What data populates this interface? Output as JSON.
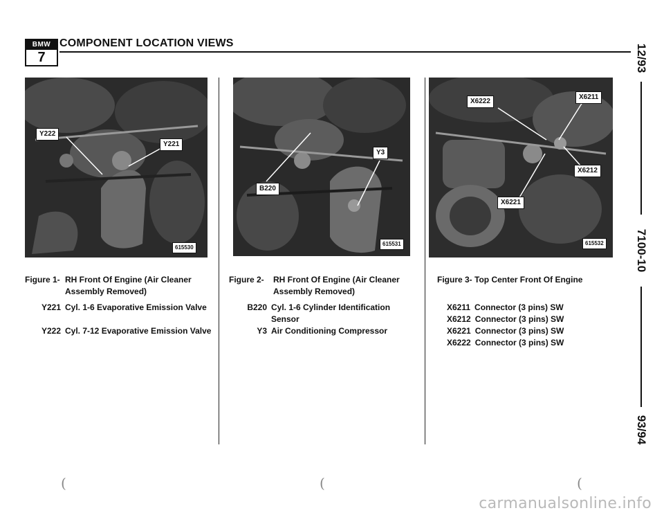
{
  "header": {
    "logo_top": "BMW",
    "logo_bottom": "7",
    "title": "COMPONENT LOCATION VIEWS"
  },
  "side": {
    "date": "12/93",
    "page": "7100-10",
    "model_year": "93/94"
  },
  "figures": [
    {
      "number": "Figure 1-",
      "title": "RH Front Of Engine (Air Cleaner Assembly Removed)",
      "photo_id": "615530",
      "callouts": [
        "Y222",
        "Y221"
      ],
      "items": [
        {
          "code": "Y221",
          "desc": "Cyl. 1-6 Evaporative Emission Valve"
        },
        {
          "code": "Y222",
          "desc": "Cyl. 7-12 Evaporative Emission Valve"
        }
      ]
    },
    {
      "number": "Figure 2-",
      "title": "RH Front Of Engine (Air Cleaner Assembly Removed)",
      "photo_id": "615531",
      "callouts": [
        "Y3",
        "B220"
      ],
      "items": [
        {
          "code": "B220",
          "desc": "Cyl. 1-6 Cylinder Identification Sensor"
        },
        {
          "code": "Y3",
          "desc": "Air Conditioning Compressor"
        }
      ]
    },
    {
      "number": "Figure 3-",
      "title": "Top Center Front Of Engine",
      "photo_id": "615532",
      "callouts": [
        "X6222",
        "X6211",
        "X6212",
        "X6221"
      ],
      "items": [
        {
          "code": "X6211",
          "desc": "Connector (3 pins) SW"
        },
        {
          "code": "X6212",
          "desc": "Connector (3 pins) SW"
        },
        {
          "code": "X6221",
          "desc": "Connector (3 pins) SW"
        },
        {
          "code": "X6222",
          "desc": "Connector (3 pins) SW"
        }
      ]
    }
  ],
  "watermark": "carmanualsonline.info"
}
